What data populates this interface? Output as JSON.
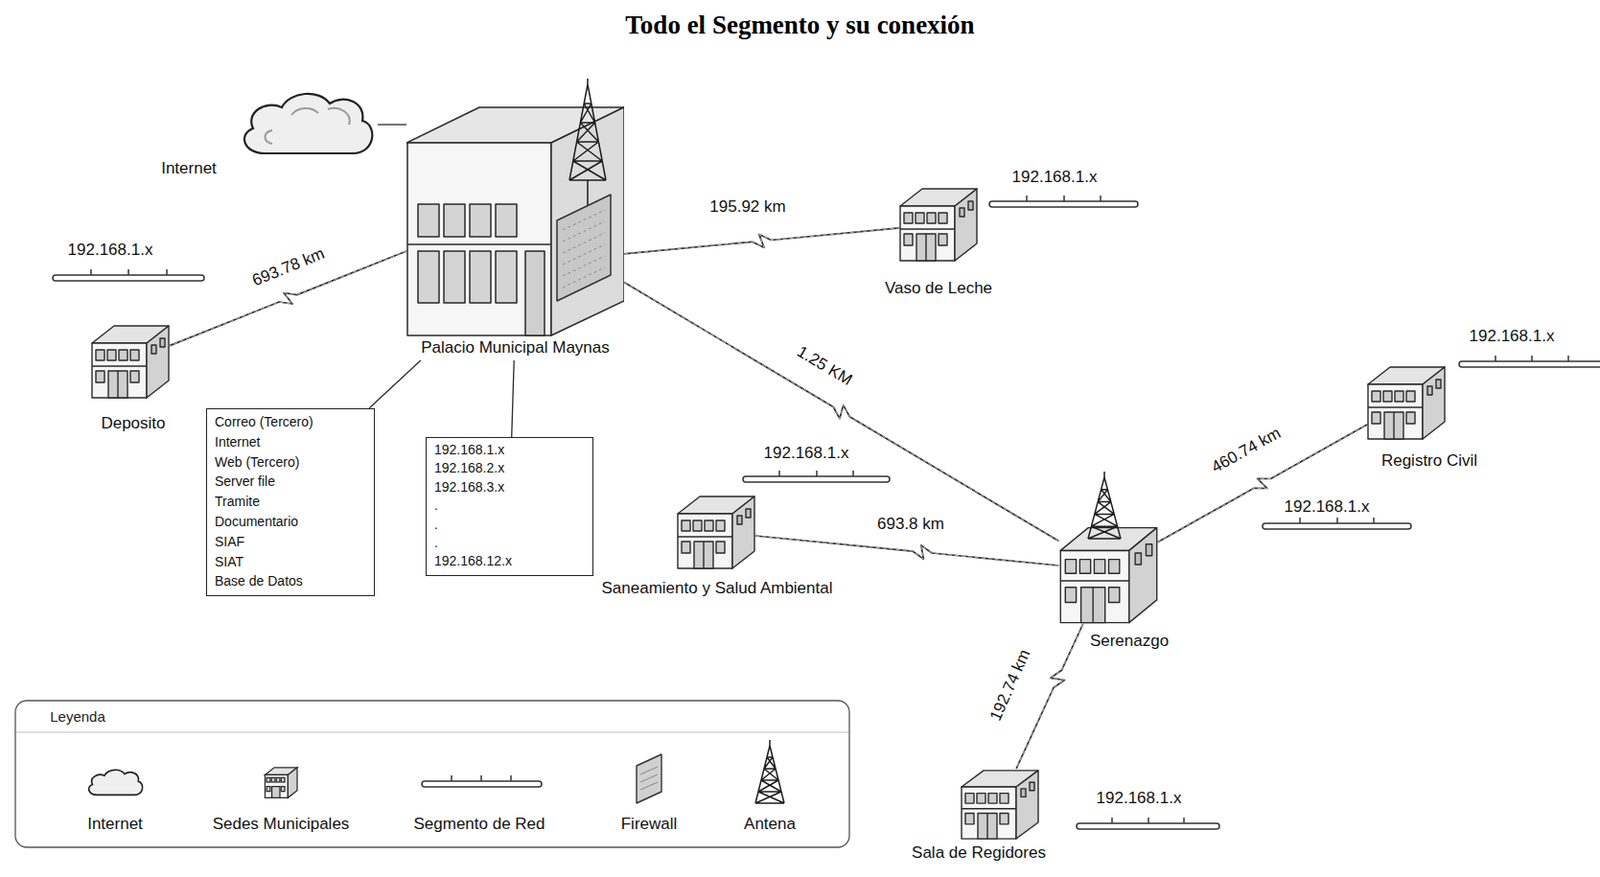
{
  "diagram": {
    "title": "Todo el Segmento y su conexión",
    "nodes": [
      {
        "text": [
          "Internet"
        ]
      },
      {
        "text": [
          "Palacio Municipal Maynas"
        ]
      },
      {
        "text": [
          "Vaso de Leche"
        ]
      },
      {
        "text": [
          "Deposito"
        ]
      },
      {
        "text": [
          "Correo (Tercero)",
          "Internet",
          "Web (Tercero)",
          "Server file",
          "Tramite",
          "Documentario",
          "SIAF",
          "SIAT",
          "Base de Datos"
        ]
      },
      {
        "text": [
          "192.168.1.x",
          "192.168.2.x",
          "192.168.3.x",
          ".",
          ".",
          ".",
          "192.168.12.x"
        ]
      },
      {
        "text": [
          "Registro Civil"
        ]
      },
      {
        "text": [
          "Saneamiento y Salud Ambiental"
        ]
      },
      {
        "text": [
          "Serenazgo"
        ]
      },
      {
        "text": [
          "Sala de Regidores"
        ]
      }
    ],
    "edges": [
      {
        "from": 0,
        "to": 1,
        "arrow": "none"
      },
      {
        "from": 1,
        "to": 3,
        "label": "693.78 km",
        "arrow": "none"
      },
      {
        "from": 1,
        "to": 2,
        "label": "195.92 km",
        "arrow": "none"
      },
      {
        "from": 1,
        "to": 8,
        "label": "1.25 KM",
        "arrow": "none"
      },
      {
        "from": 1,
        "to": 4,
        "arrow": "none"
      },
      {
        "from": 1,
        "to": 5,
        "arrow": "none"
      },
      {
        "from": 8,
        "to": 7,
        "label": "693.8 km",
        "arrow": "none"
      },
      {
        "from": 8,
        "to": 6,
        "label": "460.74 km",
        "arrow": "none"
      },
      {
        "from": 8,
        "to": 9,
        "label": "192.74 km",
        "arrow": "none"
      }
    ],
    "labels": [
      "192.168.1.x",
      "192.168.1.x",
      "192.168.1.x",
      "192.168.1.x",
      "192.168.1.x",
      "192.168.1.x",
      "Leyenda"
    ],
    "legend": [
      {
        "text": "Internet"
      },
      {
        "text": "Sedes Municipales"
      },
      {
        "text": "Segmento de Red"
      },
      {
        "text": "Firewall"
      },
      {
        "text": "Antena"
      }
    ]
  }
}
